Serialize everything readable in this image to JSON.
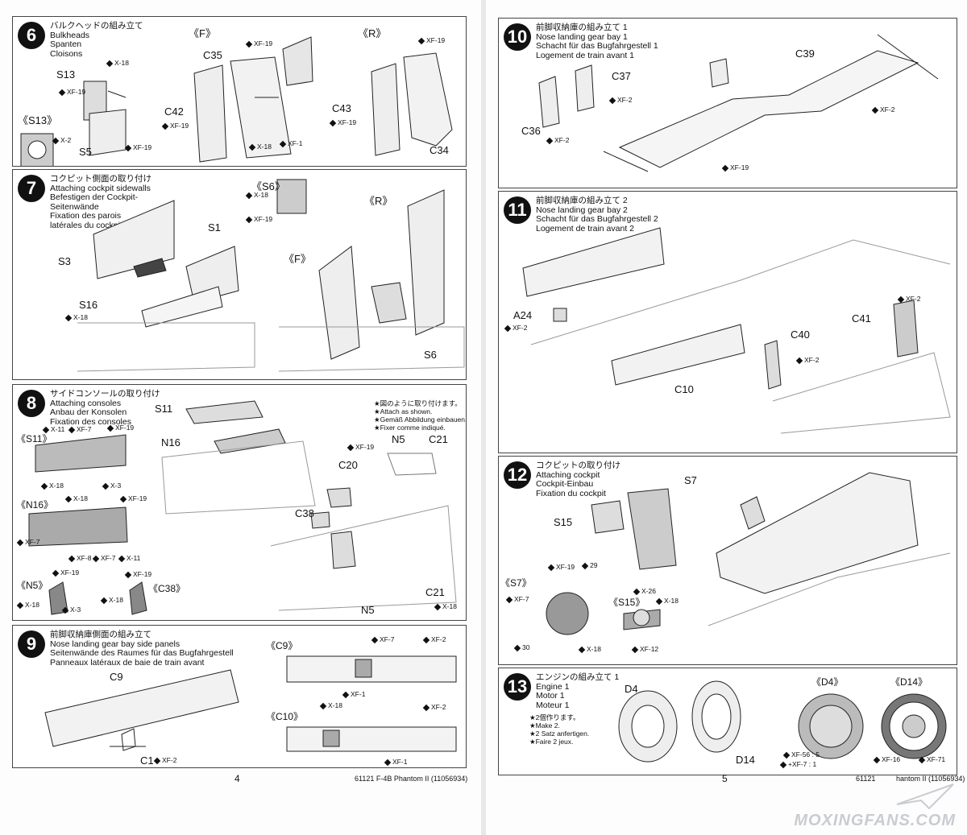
{
  "pages": {
    "left_number": "4",
    "right_number": "5",
    "footer_left": "61121  F-4B Phantom II (11056934)",
    "footer_right_code": "61121",
    "footer_right_tail": "hantom II (11056934)"
  },
  "steps": {
    "s6": {
      "num": "6",
      "jp": "バルクヘッドの組み立て",
      "en": "Bulkheads",
      "de": "Spanten",
      "fr": "Cloisons",
      "labels": {
        "S13": "S13",
        "S5": "S5",
        "S13v": "《S13》",
        "F": "《F》",
        "R": "《R》",
        "C35": "C35",
        "C42": "C42",
        "C43": "C43",
        "C34": "C34"
      },
      "paints": {
        "p1": "X-18",
        "p2": "XF-19",
        "p3": "X-2",
        "p4": "XF-19",
        "p5": "XF-19",
        "p6": "XF-19",
        "p7": "X-18",
        "p8": "XF-1",
        "p9": "XF-19",
        "p10": "XF-19"
      }
    },
    "s7": {
      "num": "7",
      "jp": "コクピット側面の取り付け",
      "en": "Attaching cockpit sidewalls",
      "de1": "Befestigen der Cockpit-",
      "de2": "Seitenwände",
      "fr1": "Fixation des parois",
      "fr2": "latérales du cockpit",
      "labels": {
        "S3": "S3",
        "S1": "S1",
        "S16": "S16",
        "S6v": "《S6》",
        "R": "《R》",
        "F": "《F》",
        "S6": "S6"
      },
      "paints": {
        "p1": "X-18",
        "p2": "XF-19",
        "p3": "X-18"
      }
    },
    "s8": {
      "num": "8",
      "jp": "サイドコンソールの取り付け",
      "en": "Attaching consoles",
      "de": "Anbau der Konsolen",
      "fr": "Fixation des consoles",
      "labels": {
        "S11v": "《S11》",
        "N16v": "《N16》",
        "N5v": "《N5》",
        "C38v": "《C38》",
        "S11": "S11",
        "N16": "N16",
        "C20": "C20",
        "C38": "C38",
        "N5": "N5",
        "N5b": "N5",
        "C21": "C21",
        "C21b": "C21"
      },
      "paints": {
        "p1": "X-11",
        "p2": "XF-7",
        "p3": "XF-19",
        "p4": "X-18",
        "p5": "X-3",
        "p6": "X-18",
        "p7": "XF-19",
        "p8": "XF-7",
        "p9": "XF-8",
        "p10": "XF-7",
        "p11": "X-11",
        "p12": "XF-19",
        "p13": "XF-19",
        "p14": "X-18",
        "p15": "X-3",
        "p16": "X-18",
        "p17": "XF-19",
        "p18": "X-18"
      },
      "note1": "★図のように取り付けます。",
      "note2": "★Attach as shown.",
      "note3": "★Gemäß Abbildung einbauen.",
      "note4": "★Fixer comme indiqué."
    },
    "s9": {
      "num": "9",
      "jp": "前脚収納庫側面の組み立て",
      "en": "Nose landing gear bay side panels",
      "de": "Seitenwände des Raumes für das Bugfahrgestell",
      "fr": "Panneaux latéraux de baie de train avant",
      "labels": {
        "C9v": "《C9》",
        "C10v": "《C10》",
        "C9": "C9",
        "C1": "C1"
      },
      "paints": {
        "p1": "XF-7",
        "p2": "XF-2",
        "p3": "XF-1",
        "p4": "X-18",
        "p5": "XF-2",
        "p6": "XF-1",
        "p7": "XF-2"
      }
    },
    "s10": {
      "num": "10",
      "jp": "前脚収納庫の組み立て 1",
      "en": "Nose landing gear bay 1",
      "de": "Schacht für das Bugfahrgestell 1",
      "fr": "Logement de train avant 1",
      "labels": {
        "C39": "C39",
        "C37": "C37",
        "C36": "C36"
      },
      "paints": {
        "p1": "XF-2",
        "p2": "XF-2",
        "p3": "XF-2",
        "p4": "XF-19"
      }
    },
    "s11": {
      "num": "11",
      "jp": "前脚収納庫の組み立て 2",
      "en": "Nose landing gear bay 2",
      "de": "Schacht für das Bugfahrgestell 2",
      "fr": "Logement de train avant 2",
      "labels": {
        "A24": "A24",
        "C40": "C40",
        "C41": "C41",
        "C10": "C10"
      },
      "paints": {
        "p1": "XF-2",
        "p2": "XF-2",
        "p3": "XF-2"
      }
    },
    "s12": {
      "num": "12",
      "jp": "コクピットの取り付け",
      "en": "Attaching cockpit",
      "de": "Cockpit-Einbau",
      "fr": "Fixation du cockpit",
      "labels": {
        "S7": "S7",
        "S15": "S15",
        "S7v": "《S7》",
        "S15v": "《S15》"
      },
      "paints": {
        "p1": "XF-19",
        "p2": "XF-7",
        "p3": "X-18",
        "p4": "X-26",
        "p5": "X-18",
        "p6": "XF-12"
      },
      "decals": {
        "d1": "29",
        "d2": "30"
      }
    },
    "s13": {
      "num": "13",
      "jp": "エンジンの組み立て 1",
      "en": "Engine 1",
      "de": "Motor 1",
      "fr": "Moteur 1",
      "labels": {
        "D4": "D4",
        "D14": "D14",
        "D4v": "《D4》",
        "D14v": "《D14》"
      },
      "paints": {
        "p1": "XF-56 : 5",
        "p2": "+XF-7 : 1",
        "p3": "XF-16",
        "p4": "XF-71"
      },
      "note1": "★2個作ります。",
      "note2": "★Make 2.",
      "note3": "★2 Satz anfertigen.",
      "note4": "★Faire 2 jeux."
    }
  },
  "watermark": "MOXINGFANS.COM"
}
